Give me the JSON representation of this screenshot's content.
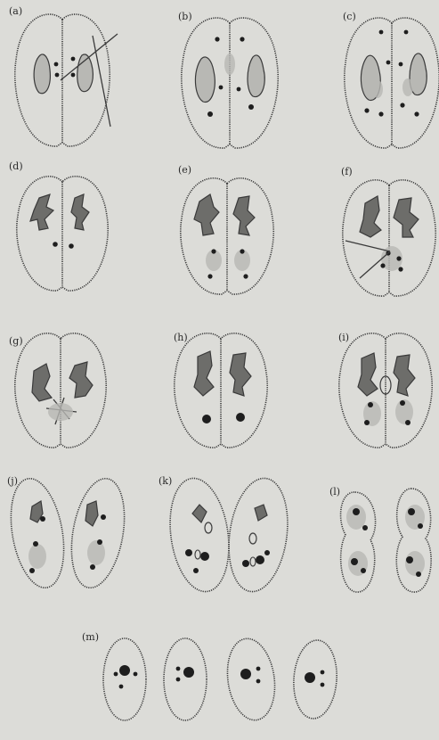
{
  "panels": [
    {
      "id": "a",
      "label": "(a)"
    },
    {
      "id": "b",
      "label": "(b)"
    },
    {
      "id": "c",
      "label": "(c)"
    },
    {
      "id": "d",
      "label": "(d)"
    },
    {
      "id": "e",
      "label": "(e)"
    },
    {
      "id": "f",
      "label": "(f)"
    },
    {
      "id": "g",
      "label": "(g)"
    },
    {
      "id": "h",
      "label": "(h)"
    },
    {
      "id": "i",
      "label": "(i)"
    },
    {
      "id": "j",
      "label": "(j)"
    },
    {
      "id": "k",
      "label": "(k)"
    },
    {
      "id": "l",
      "label": "(l)"
    },
    {
      "id": "m",
      "label": "(m)"
    }
  ],
  "colors": {
    "background": "#dcdcd8",
    "outline": "#3a3a3a",
    "fill_pale": "#b8b8b4",
    "fill_dark": "#6d6d6a",
    "dot": "#1e1e1e"
  }
}
